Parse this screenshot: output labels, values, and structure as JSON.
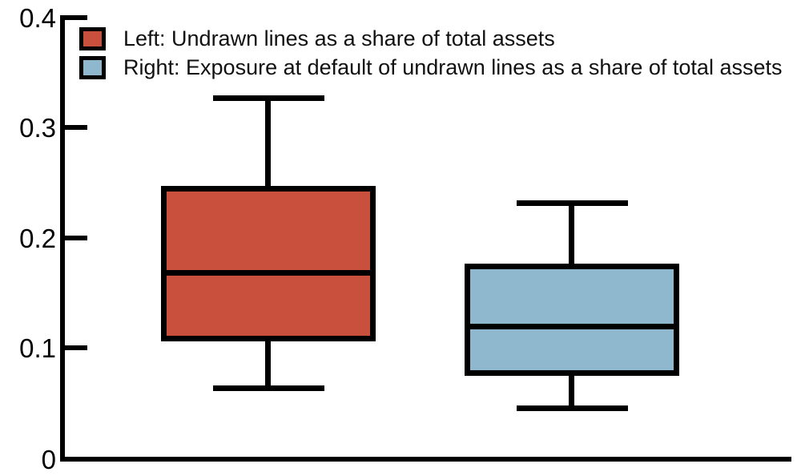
{
  "chart_data": {
    "type": "box",
    "title": "",
    "xlabel": "",
    "ylabel": "",
    "ylim": [
      0,
      0.4
    ],
    "yticks": [
      "0",
      "0.1",
      "0.2",
      "0.3",
      "0.4"
    ],
    "ytick_values": [
      0,
      0.1,
      0.2,
      0.3,
      0.4
    ],
    "grid": false,
    "legend_position": "top-left",
    "categories": [
      "Left",
      "Right"
    ],
    "series": [
      {
        "name": "Left: Undrawn lines as a share of total assets",
        "color": "#C9503C",
        "position": 1,
        "whisker_low": 0.064,
        "q1": 0.107,
        "median": 0.169,
        "q3": 0.247,
        "whisker_high": 0.327
      },
      {
        "name": "Right: Exposure at default of undrawn lines as a share of total assets",
        "color": "#8FB8CE",
        "position": 2,
        "whisker_low": 0.046,
        "q1": 0.075,
        "median": 0.12,
        "q3": 0.176,
        "whisker_high": 0.232
      }
    ]
  },
  "axis": {
    "ticks": [
      {
        "label": "0.4",
        "value": 0.4
      },
      {
        "label": "0.3",
        "value": 0.3
      },
      {
        "label": "0.2",
        "value": 0.2
      },
      {
        "label": "0.1",
        "value": 0.1
      },
      {
        "label": "0",
        "value": 0.0
      }
    ]
  },
  "legend": {
    "items": [
      {
        "label": "Left: Undrawn lines as a share of total assets",
        "color": "#C9503C"
      },
      {
        "label": "Right: Exposure at default of undrawn lines as a share of total assets",
        "color": "#8FB8CE"
      }
    ]
  },
  "colors": {
    "series_red": "#C9503C",
    "series_blue": "#8FB8CE",
    "outline": "#000000",
    "background": "#FFFFFF"
  }
}
